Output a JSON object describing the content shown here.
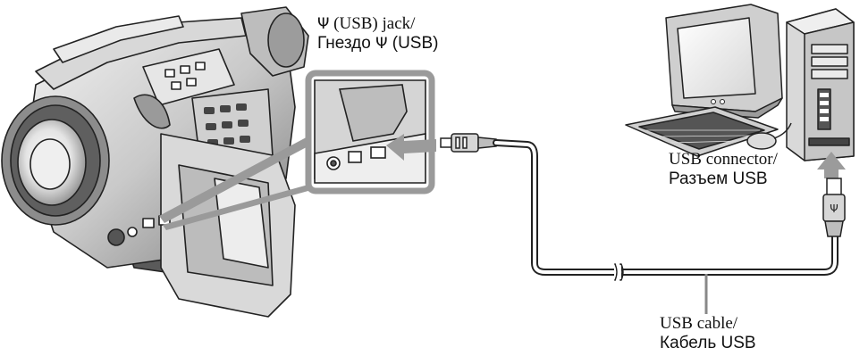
{
  "labels": {
    "usb_jack": {
      "symbol": "Ψ",
      "en_suffix": " (USB) jack/",
      "ru_prefix": "Гнездо ",
      "ru_suffix": " (USB)"
    },
    "usb_connector": {
      "en": "USB connector/",
      "ru": "Разъем USB"
    },
    "usb_cable": {
      "en": "USB cable/",
      "ru": "Кабель USB"
    }
  },
  "colors": {
    "outline": "#222222",
    "body_light": "#e6e6e6",
    "body_mid": "#bfbfbf",
    "body_dark": "#6e6e6e",
    "callout": "#9a9a9a",
    "arrow": "#9b9b9b"
  }
}
